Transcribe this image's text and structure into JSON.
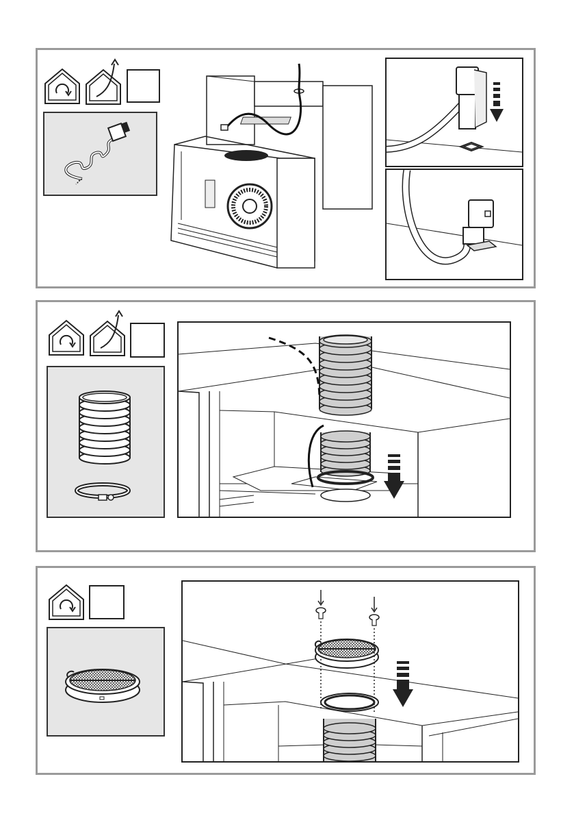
{
  "document": {
    "type": "installation-instructions-page",
    "panels": [
      {
        "id": "power-cord-connection",
        "icons": [
          "recirculation-mode-icon",
          "extraction-mode-icon",
          "blank-checkbox-icon"
        ],
        "detail_items": [
          "power-cord-plug-icon"
        ],
        "illustrations": [
          "hood-installation-illustration",
          "plug-insert-step-icon",
          "plug-connected-step-icon"
        ]
      },
      {
        "id": "duct-connection",
        "icons": [
          "recirculation-mode-icon",
          "extraction-mode-icon",
          "blank-checkbox-icon"
        ],
        "detail_items": [
          "flexible-duct-icon",
          "hose-clamp-icon"
        ],
        "illustrations": [
          "duct-install-illustration"
        ]
      },
      {
        "id": "filter-grille-mounting",
        "icons": [
          "recirculation-mode-icon",
          "blank-checkbox-icon"
        ],
        "detail_items": [
          "round-filter-grille-icon"
        ],
        "illustrations": [
          "grille-mount-illustration",
          "screw-icon",
          "down-arrow-icon"
        ]
      }
    ],
    "colors": {
      "frame": "#9a9a9a",
      "detail_background": "#e6e6e6",
      "line": "#222222"
    }
  }
}
